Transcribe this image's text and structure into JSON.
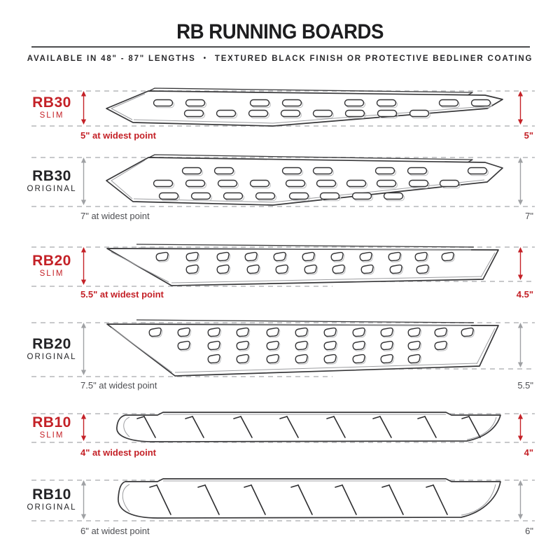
{
  "header": {
    "title": "RB RUNNING BOARDS",
    "subtitle_left": "AVAILABLE IN 48\" - 87\" LENGTHS",
    "subtitle_sep": "•",
    "subtitle_right": "TEXTURED BLACK FINISH OR PROTECTIVE BEDLINER COATING"
  },
  "colors": {
    "accent_red": "#c42127",
    "text_dark": "#232326",
    "gray_arrow": "#9fa1a4",
    "gray_text": "#4e4f53",
    "dash_gray": "#c8c9cb",
    "drawing_line": "#38383a"
  },
  "rows": [
    {
      "model": "RB30",
      "variant": "SLIM",
      "accent": "red",
      "board_style": "rb30-slim",
      "left_note": "5\" at widest point",
      "right_note": "5\""
    },
    {
      "model": "RB30",
      "variant": "ORIGINAL",
      "accent": "gray",
      "board_style": "rb30-original",
      "left_note": "7\" at widest point",
      "right_note": "7\""
    },
    {
      "model": "RB20",
      "variant": "SLIM",
      "accent": "red",
      "board_style": "rb20-slim",
      "left_note": "5.5\" at widest point",
      "right_note": "4.5\""
    },
    {
      "model": "RB20",
      "variant": "ORIGINAL",
      "accent": "gray",
      "board_style": "rb20-original",
      "left_note": "7.5\" at widest point",
      "right_note": "5.5\""
    },
    {
      "model": "RB10",
      "variant": "SLIM",
      "accent": "red",
      "board_style": "rb10-slim",
      "left_note": "4\" at widest point",
      "right_note": "4\""
    },
    {
      "model": "RB10",
      "variant": "ORIGINAL",
      "accent": "gray",
      "board_style": "rb10-original",
      "left_note": "6\" at widest point",
      "right_note": "6\""
    }
  ]
}
